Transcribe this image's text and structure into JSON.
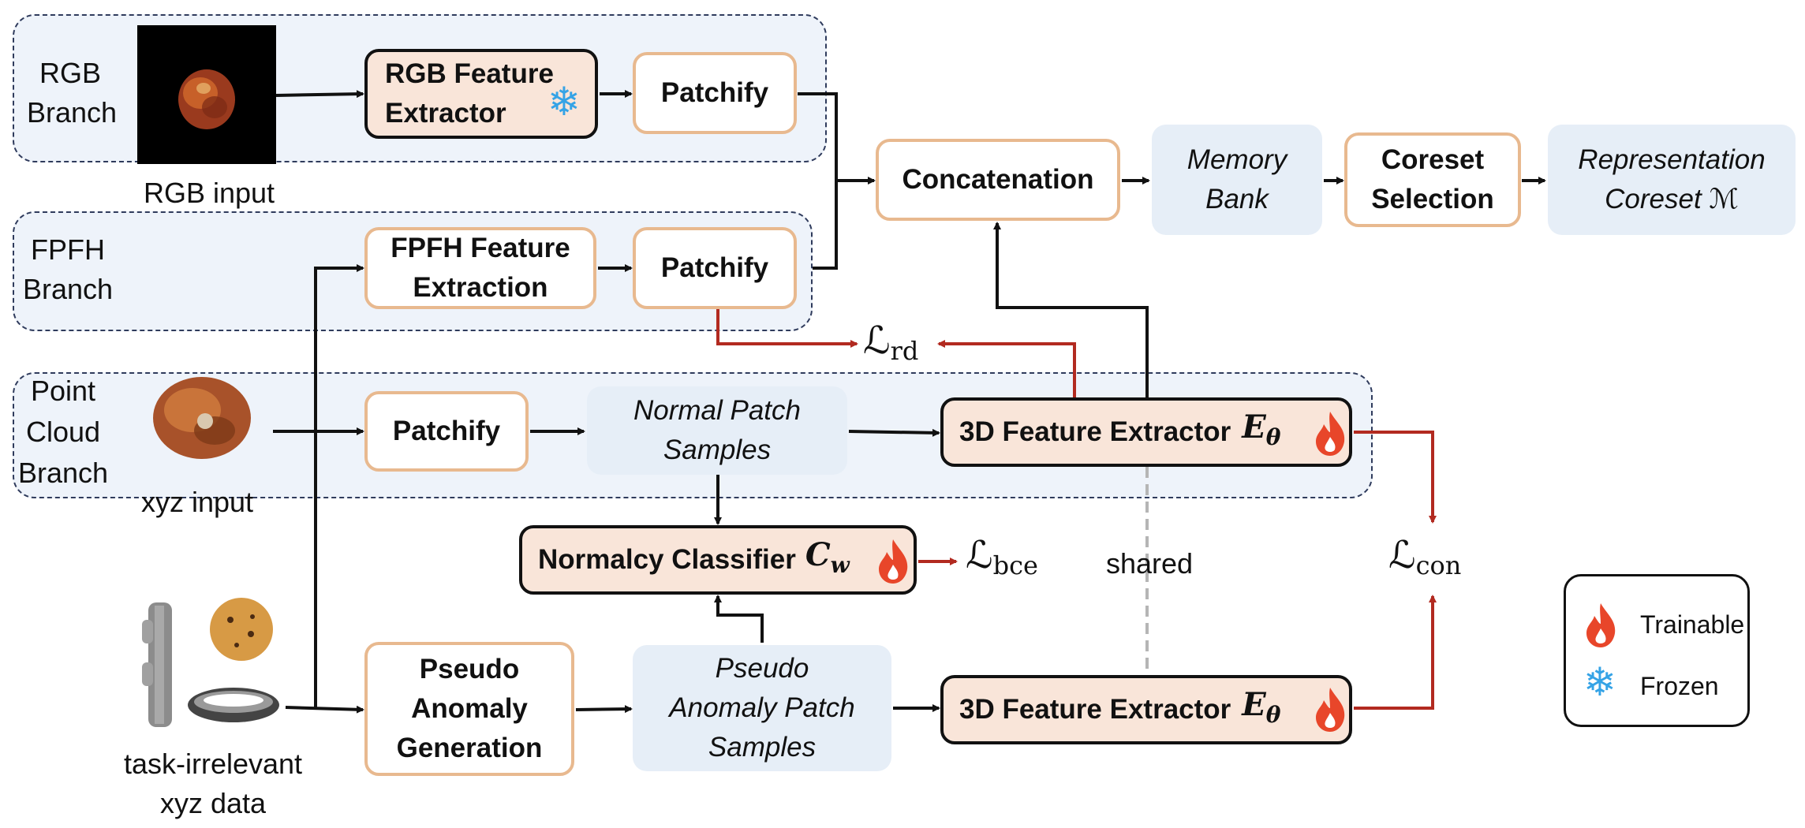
{
  "branches": {
    "rgb": "RGB\nBranch",
    "fpfh": "FPFH\nBranch",
    "pc": "Point\nCloud\nBranch"
  },
  "inputs": {
    "rgb": "RGB input",
    "xyz": "xyz input",
    "task": "task-irrelevant\nxyz data"
  },
  "boxes": {
    "rgb_feat": "RGB Feature\nExtractor",
    "patch_rgb": "Patchify",
    "fpfh_feat": "FPFH Feature\nExtraction",
    "patch_fpfh": "Patchify",
    "concat": "Concatenation",
    "memory": "Memory\nBank",
    "coreset": "Coreset\nSelection",
    "repr": "Representation\nCoreset ℳ",
    "patch_pc": "Patchify",
    "normal_samples": "Normal Patch\nSamples",
    "extractor_top": "3D Feature Extractor",
    "classifier": "Normalcy Classifier",
    "pseudo_gen": "Pseudo\nAnomaly\nGeneration",
    "pseudo_samples": "Pseudo\nAnomaly Patch\nSamples",
    "extractor_bottom": "3D Feature Extractor"
  },
  "symbols": {
    "E": "E",
    "theta": "θ",
    "C": "C",
    "w": "w"
  },
  "losses": {
    "script_L": "ℒ",
    "rd": "rd",
    "bce": "bce",
    "con": "con"
  },
  "shared": "shared",
  "legend": {
    "trainable": "Trainable",
    "frozen": "Frozen"
  },
  "colors": {
    "red_arrow": "#b22a20",
    "peach_fill": "#f9e5d9",
    "orange_border": "#e8b98f",
    "branch_fill": "#eef3fa",
    "soft_fill": "#e6eef7",
    "snow": "#35a3e6",
    "fire": "#e8462a"
  },
  "icons": [
    "snowflake-icon",
    "fire-icon"
  ]
}
